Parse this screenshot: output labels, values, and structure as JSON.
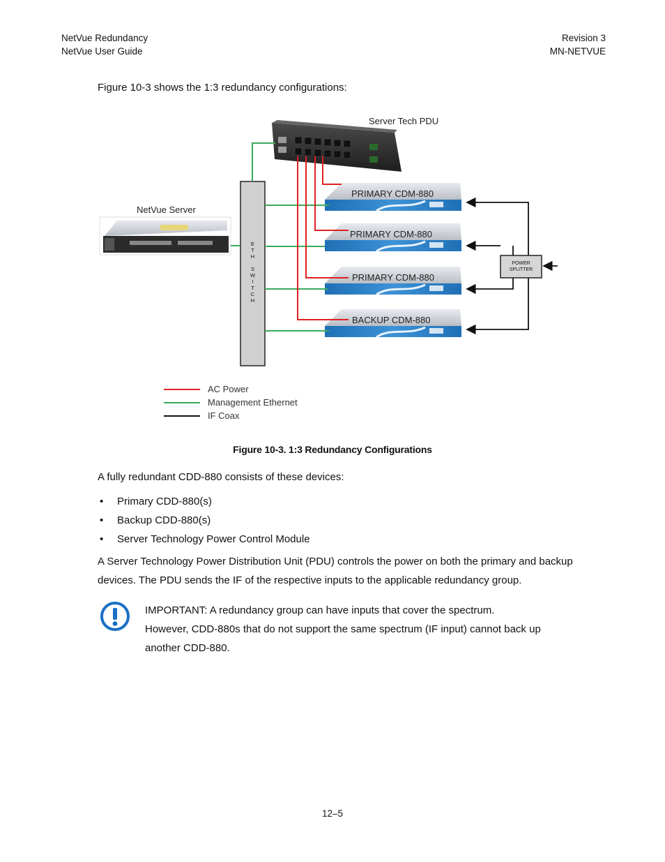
{
  "header": {
    "left_line1": "NetVue Redundancy",
    "left_line2": "NetVue User Guide",
    "right_line1": "Revision 3",
    "right_line2": "MN-NETVUE"
  },
  "intro": "Figure 10-3 shows the 1:3 redundancy configurations:",
  "diagram": {
    "pdu_label": "Server Tech PDU",
    "server_label": "NetVue Server",
    "switch_label": [
      "E",
      "T",
      "H",
      "",
      "S",
      "W",
      "I",
      "T",
      "C",
      "H"
    ],
    "units": [
      "PRIMARY CDM-880",
      "PRIMARY CDM-880",
      "PRIMARY CDM-880",
      "BACKUP CDM-880"
    ],
    "splitter_label": [
      "POWER",
      "SPLITTER"
    ],
    "legend": [
      {
        "label": "AC Power",
        "color": "#e02020"
      },
      {
        "label": "Management Ethernet",
        "color": "#3aaa5c"
      },
      {
        "label": "IF Coax",
        "color": "#111111"
      }
    ]
  },
  "caption": "Figure 10-3. 1:3 Redundancy Configurations",
  "para1": "A fully redundant CDD-880 consists of these devices:",
  "bullets": [
    "Primary CDD-880(s)",
    "Backup CDD-880(s)",
    "Server Technology Power Control Module"
  ],
  "para2_line1": "A Server Technology Power Distribution Unit (PDU) controls the power on both the primary and backup",
  "para2_line2": "devices. The PDU sends the IF of the respective inputs to the applicable redundancy group.",
  "note": {
    "line1": "IMPORTANT:  A redundancy group can have inputs that cover the spectrum.",
    "line2": "However, CDD-880s that do not support the same spectrum (IF input) cannot back up",
    "line3": "another CDD-880."
  },
  "footer": "12–5",
  "colors": {
    "ac": "#e02020",
    "eth": "#3aaa5c",
    "coax": "#111111",
    "note_icon": "#1a6fc4"
  }
}
